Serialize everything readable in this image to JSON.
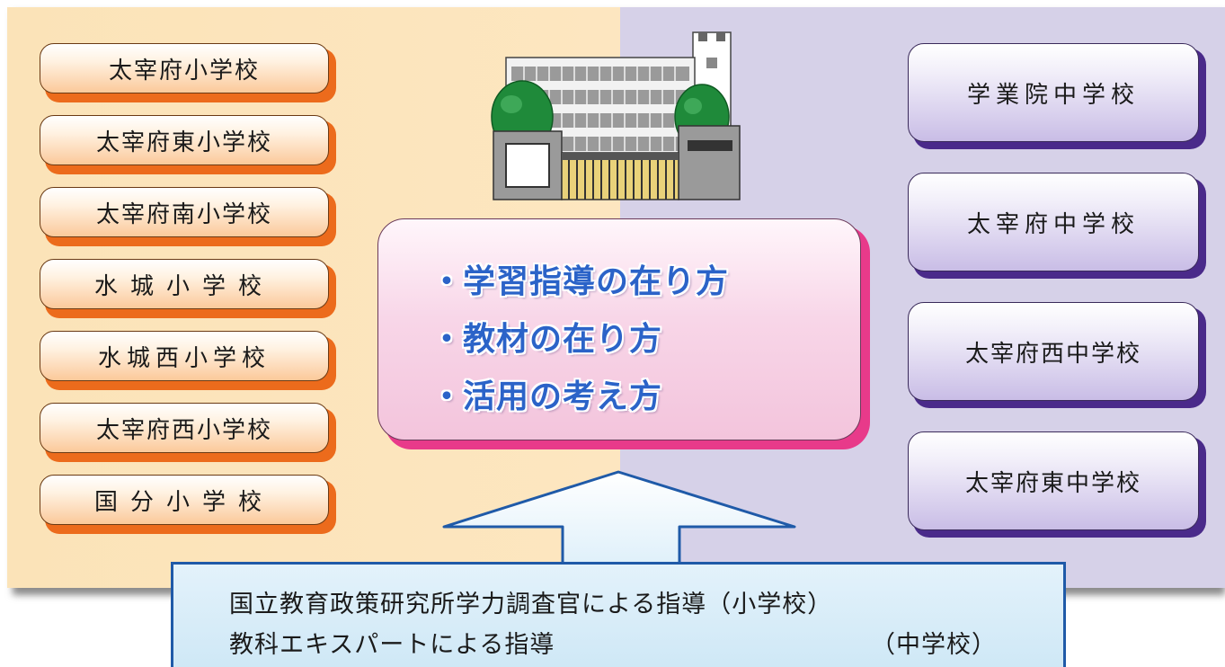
{
  "elementary_schools": [
    "太宰府小学校",
    "太宰府東小学校",
    "太宰府南小学校",
    "水城小学校",
    "水城西小学校",
    "太宰府西小学校",
    "国分小学校"
  ],
  "junior_high_schools": [
    "学業院中学校",
    "太宰府中学校",
    "太宰府西中学校",
    "太宰府東中学校"
  ],
  "topics": {
    "bullet": "・",
    "items": [
      "学習指導の在り方",
      "教材の在り方",
      "活用の考え方"
    ]
  },
  "guidance": {
    "line1": "国立教育政策研究所学力調査官による指導（小学校）",
    "line2": "教科エキスパートによる指導",
    "line2_note": "（中学校）"
  },
  "colors": {
    "left_panel": "#fbe3b8",
    "right_panel": "#d6d1e8",
    "elementary_shadow": "#ec6b1c",
    "junior_high_shadow": "#4a2a8a",
    "topic_text": "#2b63c8",
    "center_shadow": "#e83a8a",
    "guidance_border": "#1f5aa8"
  }
}
